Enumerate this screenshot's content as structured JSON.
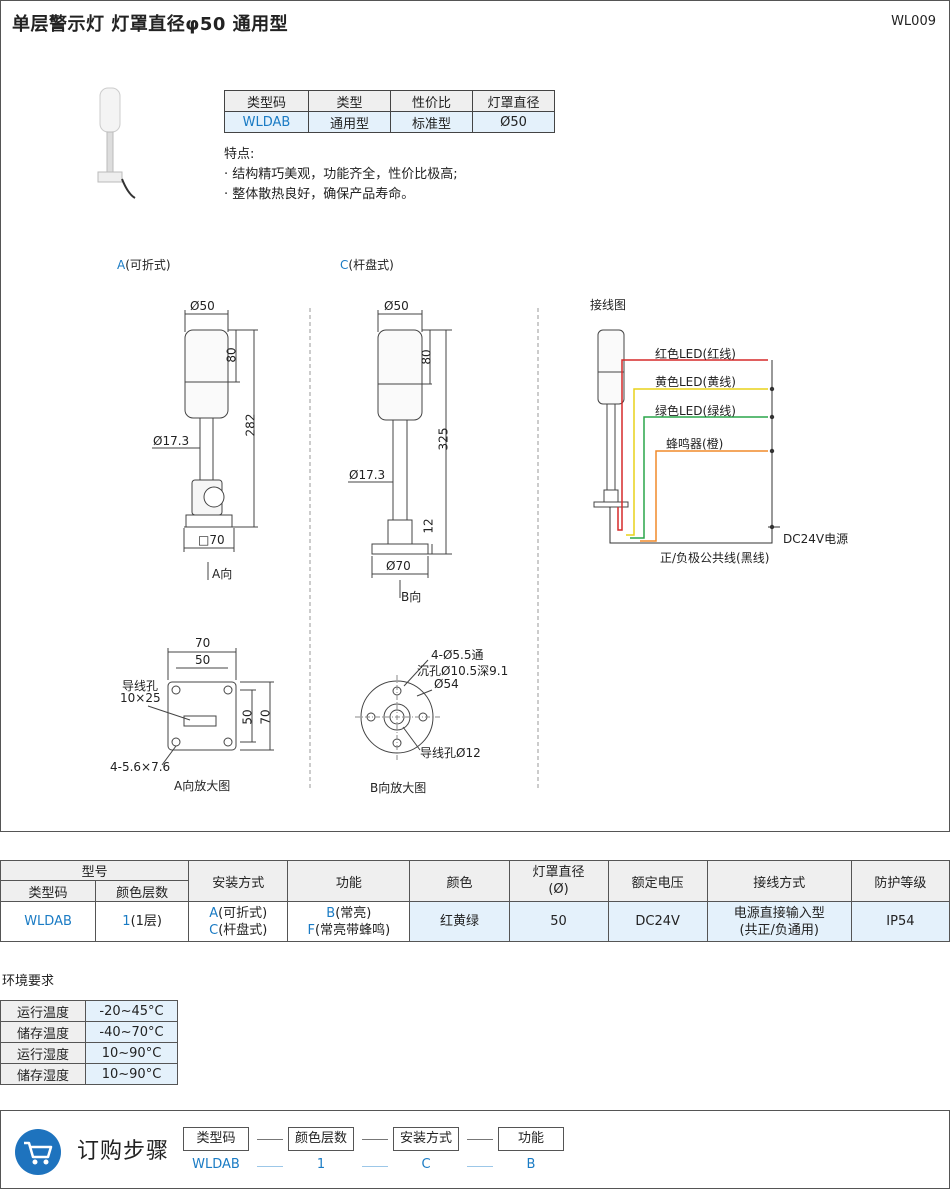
{
  "header": {
    "title": "单层警示灯  灯罩直径φ50  通用型",
    "code": "WL009"
  },
  "spec_table": {
    "headers": [
      "类型码",
      "类型",
      "性价比",
      "灯罩直径"
    ],
    "row": [
      "WLDAB",
      "通用型",
      "标准型",
      "Ø50"
    ]
  },
  "features": {
    "title": "特点:",
    "items": [
      "· 结构精巧美观，功能齐全，性价比极高;",
      "· 整体散热良好，确保产品寿命。"
    ]
  },
  "drawing_a": {
    "code": "A",
    "label": "(可折式)",
    "dims": {
      "dia": "Ø50",
      "h1": "80",
      "h2": "282",
      "pole": "Ø17.3",
      "base": "□70"
    },
    "view": "A向"
  },
  "drawing_c": {
    "code": "C",
    "label": "(杆盘式)",
    "dims": {
      "dia": "Ø50",
      "h1": "80",
      "h2": "325",
      "pole": "Ø17.3",
      "h3": "12",
      "base": "Ø70"
    },
    "view": "B向"
  },
  "wiring": {
    "title": "接线图",
    "wires": [
      "红色LED(红线)",
      "黄色LED(黄线)",
      "绿色LED(绿线)",
      "蜂鸣器(橙)"
    ],
    "power": "DC24V电源",
    "common": "正/负极公共线(黑线)",
    "colors": {
      "red": "#d62a2a",
      "yellow": "#e8d21a",
      "green": "#2aa64a",
      "orange": "#f08a2a"
    }
  },
  "view_a": {
    "w1": "70",
    "w2": "50",
    "h1": "50",
    "h2": "70",
    "hole_label": "导线孔",
    "hole_size": "10×25",
    "slot": "4-5.6×7.6",
    "caption": "A向放大图"
  },
  "view_b": {
    "holes": "4-Ø5.5通",
    "counter": "沉孔Ø10.5深9.1",
    "dia": "Ø54",
    "wire_hole": "导线孔Ø12",
    "caption": "B向放大图"
  },
  "main_table": {
    "group_header": "型号",
    "headers": [
      "类型码",
      "颜色层数",
      "安装方式",
      "功能",
      "颜色",
      "灯罩直径",
      "(Ø)",
      "额定电压",
      "接线方式",
      "防护等级"
    ],
    "row": {
      "type_code": "WLDAB",
      "layers_code": "1",
      "layers_label": "(1层)",
      "mount_a_code": "A",
      "mount_a_label": "(可折式)",
      "mount_c_code": "C",
      "mount_c_label": "(杆盘式)",
      "func_b_code": "B",
      "func_b_label": "(常亮)",
      "func_f_code": "F",
      "func_f_label": "(常亮带蜂鸣)",
      "color": "红黄绿",
      "diameter": "50",
      "voltage": "DC24V",
      "wiring_1": "电源直接输入型",
      "wiring_2": "(共正/负通用)",
      "ip": "IP54"
    }
  },
  "environment": {
    "title": "环境要求",
    "rows": [
      {
        "k": "运行温度",
        "v": "-20~45°C"
      },
      {
        "k": "储存温度",
        "v": "-40~70°C"
      },
      {
        "k": "运行湿度",
        "v": "10~90°C"
      },
      {
        "k": "储存湿度",
        "v": "10~90°C"
      }
    ]
  },
  "order": {
    "title": "订购步骤",
    "steps": [
      "类型码",
      "颜色层数",
      "安装方式",
      "功能"
    ],
    "values": [
      "WLDAB",
      "1",
      "C",
      "B"
    ]
  }
}
